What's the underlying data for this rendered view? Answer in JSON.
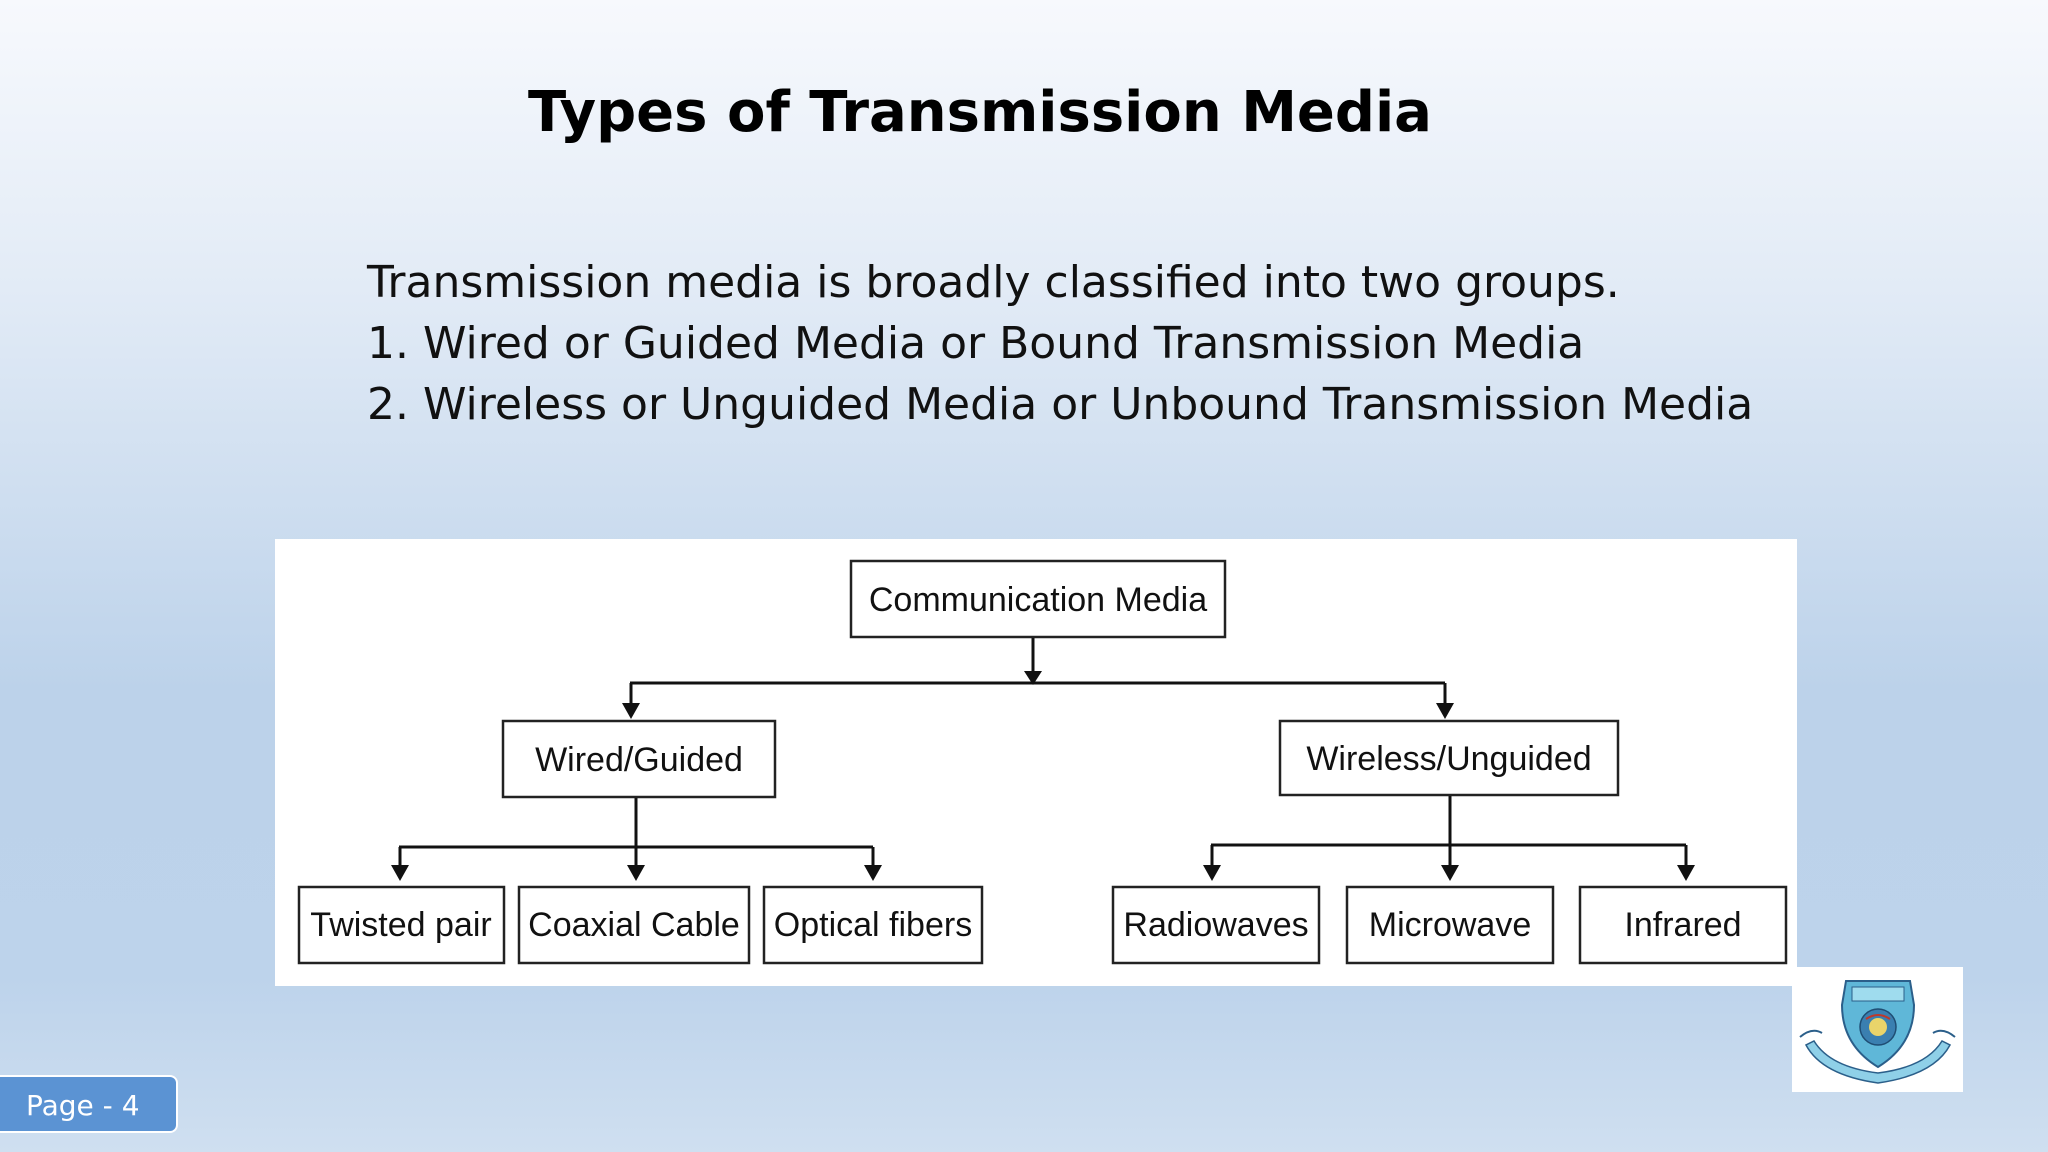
{
  "slide": {
    "title": "Types of Transmission Media",
    "intro_lines": [
      "Transmission media is broadly classified into two groups.",
      "1. Wired or Guided Media or Bound Transmission Media",
      "2. Wireless or Unguided Media or Unbound Transmission Media"
    ],
    "page_label": "Page - 4"
  },
  "diagram": {
    "root": "Communication Media",
    "groups": [
      {
        "label": "Wired/Guided",
        "children": [
          "Twisted pair",
          "Coaxial Cable",
          "Optical fibers"
        ]
      },
      {
        "label": "Wireless/Unguided",
        "children": [
          "Radiowaves",
          "Microwave",
          "Infrared"
        ]
      }
    ]
  },
  "logo": {
    "icon": "university-crest-icon",
    "colors": {
      "shield": "#5fb7d8",
      "ribbon": "#8fd0e8",
      "outline": "#2b5f8a"
    }
  },
  "colors": {
    "background_top": "#f7f9fd",
    "background_bottom": "#bdd3eb",
    "badge": "#5b93d3"
  }
}
